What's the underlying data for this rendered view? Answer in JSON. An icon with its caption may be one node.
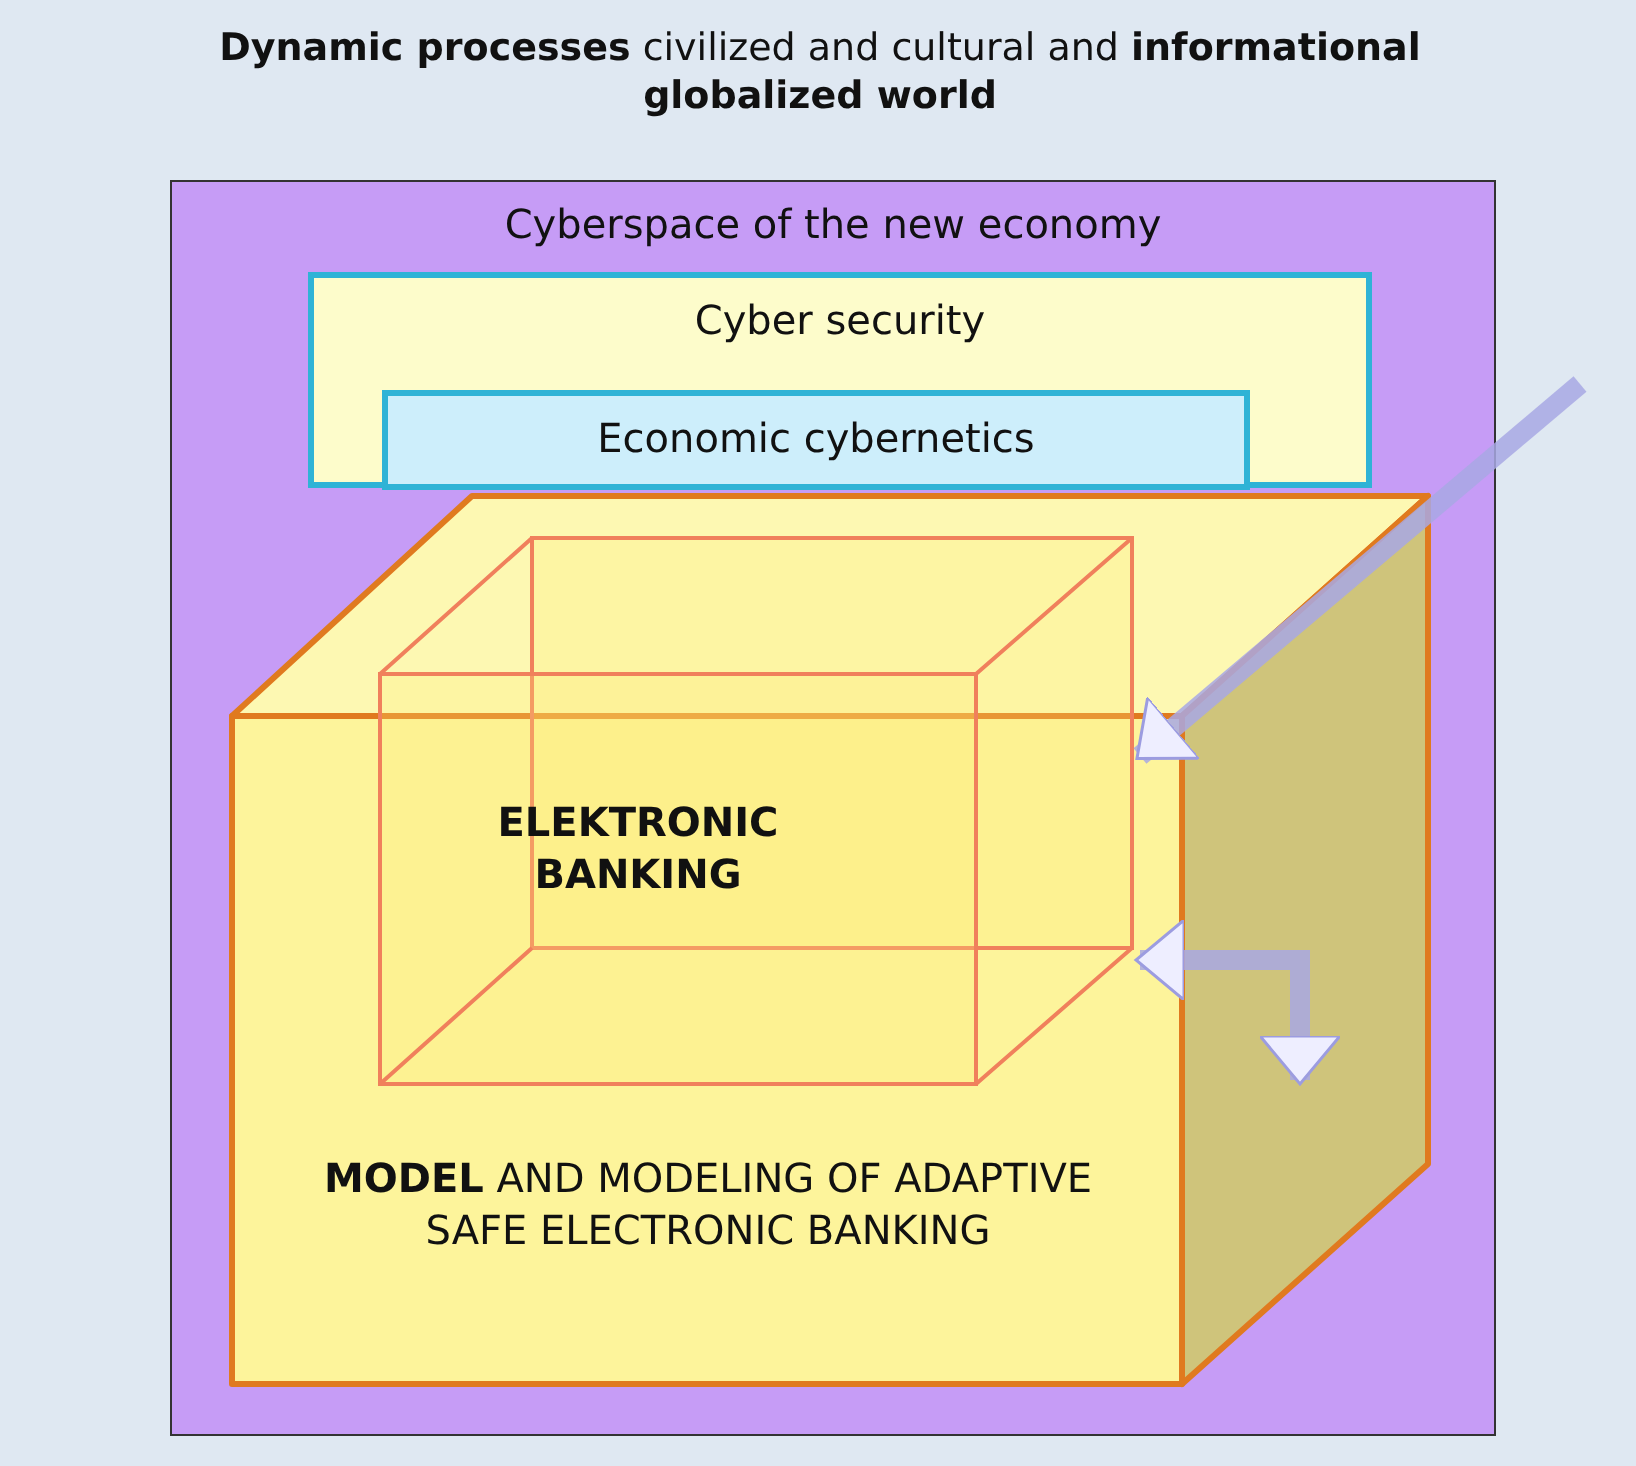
{
  "diagram": {
    "title": "**Dynamic processes** civilized and cultural and **informational globalized world**",
    "nodes": [
      {
        "text": [
          "Cyberspace of the new economy"
        ]
      },
      {
        "text": [
          "Cyber security"
        ],
        "in": 0
      },
      {
        "text": [
          "Economic cybernetics"
        ],
        "in": 1
      },
      {
        "text": [
          "**MODEL** AND MODELING OF ADAPTIVE SAFE ELECTRONIC BANKING"
        ],
        "in": 0
      },
      {
        "text": [
          "ELEKTRONIC BANKING"
        ],
        "in": 0
      }
    ],
    "edges": [
      {
        "from": null,
        "to": 4,
        "arrow": "to"
      },
      {
        "from": 4,
        "to": 3,
        "arrow": "both"
      }
    ]
  }
}
